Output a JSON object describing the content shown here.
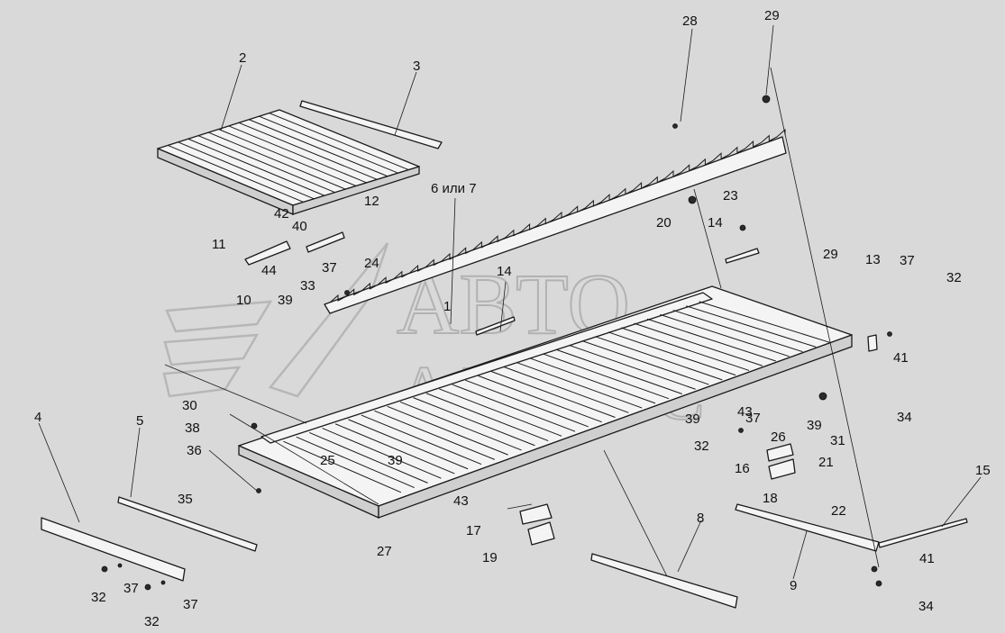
{
  "watermark": {
    "line1": "АВТО",
    "line2": "АЛЬЯНС"
  },
  "callouts": [
    {
      "id": "c1",
      "text": "1"
    },
    {
      "id": "c2",
      "text": "2"
    },
    {
      "id": "c3",
      "text": "3"
    },
    {
      "id": "c4",
      "text": "4"
    },
    {
      "id": "c5",
      "text": "5"
    },
    {
      "id": "c6",
      "text": "6 или 7"
    },
    {
      "id": "c8",
      "text": "8"
    },
    {
      "id": "c9",
      "text": "9"
    },
    {
      "id": "c10",
      "text": "10"
    },
    {
      "id": "c11",
      "text": "11"
    },
    {
      "id": "c12",
      "text": "12"
    },
    {
      "id": "c13",
      "text": "13"
    },
    {
      "id": "c14a",
      "text": "14"
    },
    {
      "id": "c14b",
      "text": "14"
    },
    {
      "id": "c15",
      "text": "15"
    },
    {
      "id": "c16",
      "text": "16"
    },
    {
      "id": "c17",
      "text": "17"
    },
    {
      "id": "c18",
      "text": "18"
    },
    {
      "id": "c19",
      "text": "19"
    },
    {
      "id": "c20",
      "text": "20"
    },
    {
      "id": "c21",
      "text": "21"
    },
    {
      "id": "c22",
      "text": "22"
    },
    {
      "id": "c23",
      "text": "23"
    },
    {
      "id": "c24",
      "text": "24"
    },
    {
      "id": "c25",
      "text": "25"
    },
    {
      "id": "c26",
      "text": "26"
    },
    {
      "id": "c27",
      "text": "27"
    },
    {
      "id": "c28",
      "text": "28"
    },
    {
      "id": "c29a",
      "text": "29"
    },
    {
      "id": "c29b",
      "text": "29"
    },
    {
      "id": "c30",
      "text": "30"
    },
    {
      "id": "c31",
      "text": "31"
    },
    {
      "id": "c32a",
      "text": "32"
    },
    {
      "id": "c32b",
      "text": "32"
    },
    {
      "id": "c32c",
      "text": "32"
    },
    {
      "id": "c32d",
      "text": "32"
    },
    {
      "id": "c33",
      "text": "33"
    },
    {
      "id": "c34a",
      "text": "34"
    },
    {
      "id": "c34b",
      "text": "34"
    },
    {
      "id": "c35",
      "text": "35"
    },
    {
      "id": "c36",
      "text": "36"
    },
    {
      "id": "c37a",
      "text": "37"
    },
    {
      "id": "c37b",
      "text": "37"
    },
    {
      "id": "c37c",
      "text": "37"
    },
    {
      "id": "c37d",
      "text": "37"
    },
    {
      "id": "c37e",
      "text": "37"
    },
    {
      "id": "c38",
      "text": "38"
    },
    {
      "id": "c39a",
      "text": "39"
    },
    {
      "id": "c39b",
      "text": "39"
    },
    {
      "id": "c39c",
      "text": "39"
    },
    {
      "id": "c39d",
      "text": "39"
    },
    {
      "id": "c40",
      "text": "40"
    },
    {
      "id": "c41a",
      "text": "41"
    },
    {
      "id": "c41b",
      "text": "41"
    },
    {
      "id": "c42",
      "text": "42"
    },
    {
      "id": "c43a",
      "text": "43"
    },
    {
      "id": "c43b",
      "text": "43"
    },
    {
      "id": "c44",
      "text": "44"
    }
  ]
}
